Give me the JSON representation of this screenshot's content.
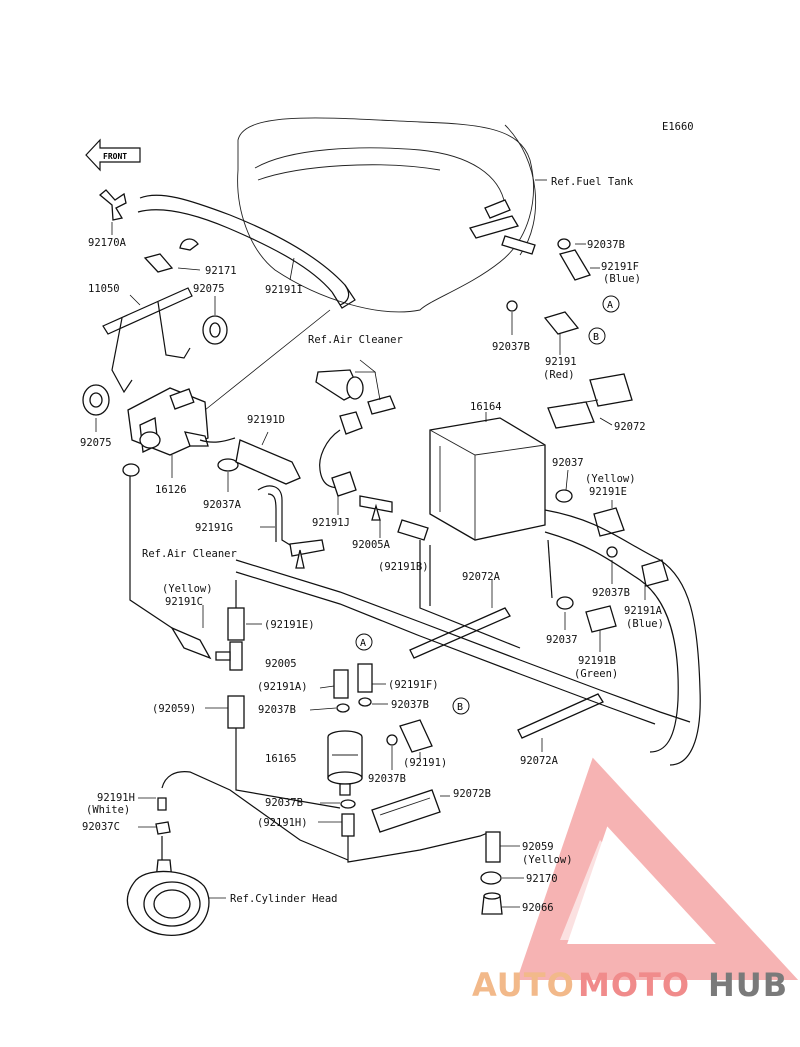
{
  "diagram_code": "E1660",
  "front_label": "FRONT",
  "references": {
    "fuel_tank": "Ref.Fuel Tank",
    "air_cleaner_top": "Ref.Air Cleaner",
    "air_cleaner_left": "Ref.Air Cleaner",
    "cylinder_head": "Ref.Cylinder Head"
  },
  "parts": {
    "p92170A": "92170A",
    "p92171": "92171",
    "p92191I": "92191I",
    "p11050": "11050",
    "p92075a": "92075",
    "p92075b": "92075",
    "p16126": "16126",
    "p92037A": "92037A",
    "p92191D": "92191D",
    "p92191G": "92191G",
    "p92191J": "92191J",
    "p92005A": "92005A",
    "p92191B_paren": "(92191B)",
    "p92037B_top": "92037B",
    "p92191F": "92191F",
    "p92191F_color": "(Blue)",
    "p92037B_mid": "92037B",
    "p92191": "92191",
    "p92191_color": "(Red)",
    "p16164": "16164",
    "p92072": "92072",
    "p92037_a": "92037",
    "p92191E_color": "(Yellow)",
    "p92191E": "92191E",
    "p92037B_r": "92037B",
    "p92191A": "92191A",
    "p92191A_color": "(Blue)",
    "p92037_b": "92037",
    "p92191B": "92191B",
    "p92191B_color": "(Green)",
    "p92072A_top": "92072A",
    "p92072A_bot": "92072A",
    "p92191C_color": "(Yellow)",
    "p92191C": "92191C",
    "p92191E_paren": "(92191E)",
    "p92005": "92005",
    "p92191A_paren": "(92191A)",
    "p92191F_paren": "(92191F)",
    "p92059_paren": "(92059)",
    "p92037B_c1": "92037B",
    "p92037B_c2": "92037B",
    "p16165": "16165",
    "p92037B_c3": "92037B",
    "p92191_paren": "(92191)",
    "p92072B": "92072B",
    "p92191H": "92191H",
    "p92191H_color": "(White)",
    "p92037C": "92037C",
    "p92037B_c4": "92037B",
    "p92191H_paren": "(92191H)",
    "p92059": "92059",
    "p92059_color": "(Yellow)",
    "p92170": "92170",
    "p92066": "92066"
  },
  "markers": {
    "a1": "A",
    "b1": "B",
    "a2": "A",
    "b2": "B"
  },
  "watermark": {
    "part1": "AUTO",
    "part2": "MOTO",
    "part3": "HUB"
  }
}
